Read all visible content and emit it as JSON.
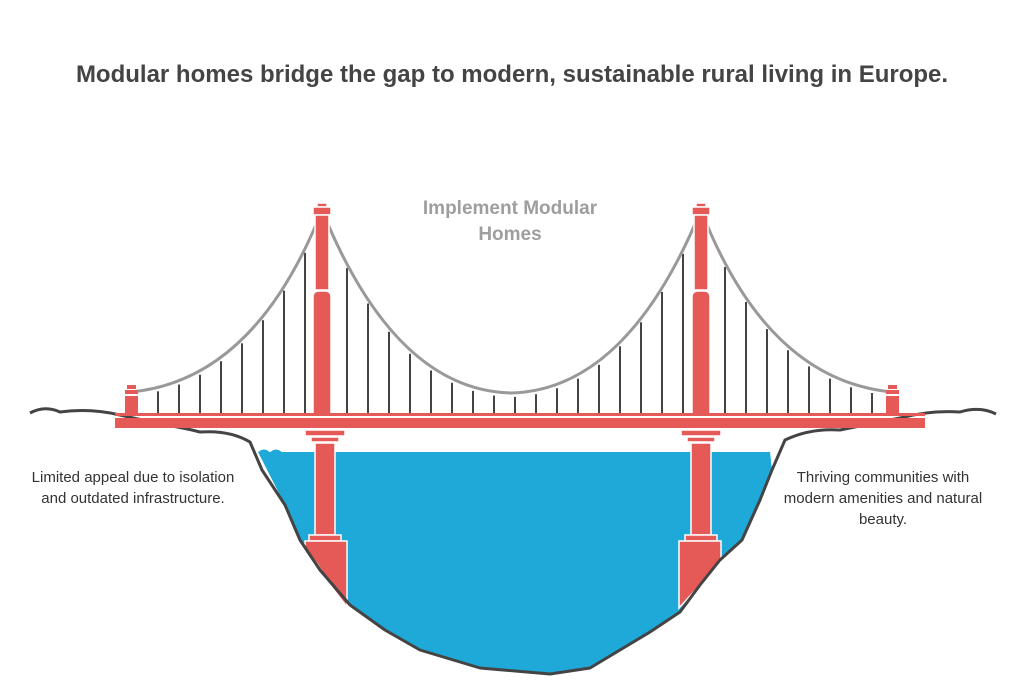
{
  "title": "Modular homes bridge the gap to modern, sustainable rural living in Europe.",
  "bridge_label": "Implement Modular Homes",
  "left_label": "Limited appeal due to isolation and outdated infrastructure.",
  "right_label": "Thriving communities with modern amenities and natural beauty.",
  "colors": {
    "bridge": "#e55a57",
    "water": "#1fa9d9",
    "cable": "#999999",
    "ground": "#444444",
    "text": "#444444"
  }
}
